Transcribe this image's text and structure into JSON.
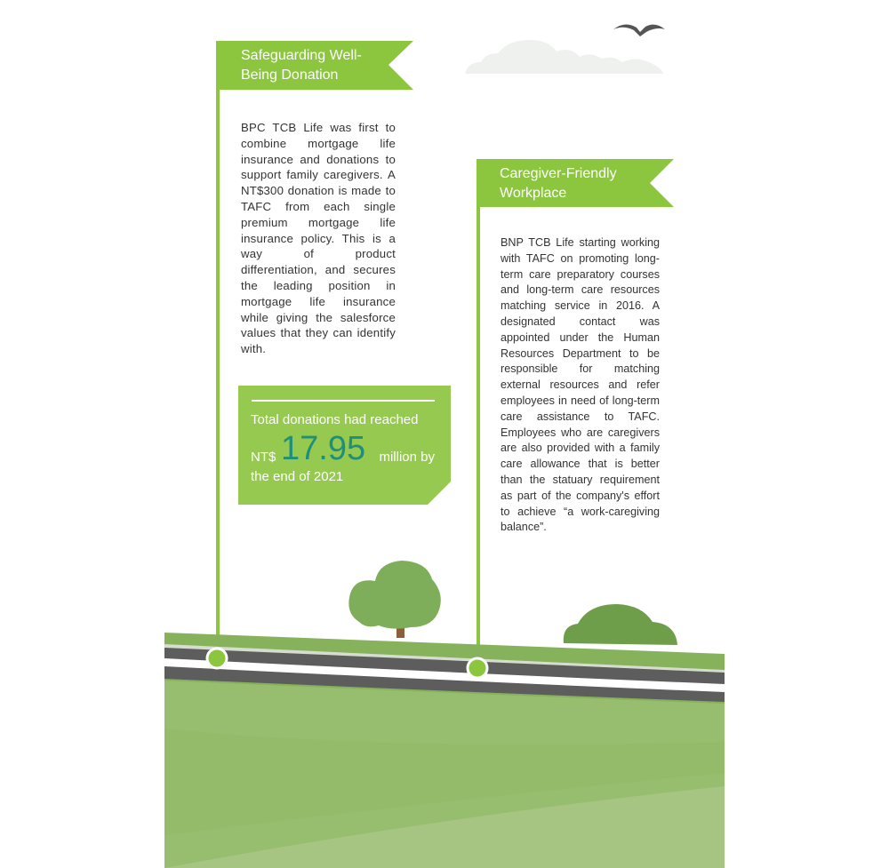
{
  "colors": {
    "flag_green": "#8cc63f",
    "stat_green": "#96c94f",
    "stat_number_teal": "#1f8f7a",
    "grass_light": "#97bd6e",
    "grass_dark": "#7dab54",
    "road_gray": "#5d5d5d",
    "tree_green": "#7fae5b",
    "cloud_gray": "#eef1ee"
  },
  "section_left": {
    "flag_title_line1": "Safeguarding Well-",
    "flag_title_line2": "Being Donation",
    "body": "BPC TCB Life was first to combine mortgage life insurance and donations to support family caregivers. A NT$300 donation is made to TAFC from each single premium mortgage life insurance policy. This is a way of product differentiation, and secures the leading position in mortgage life insurance while giving the salesforce values that they can identify with."
  },
  "stat_box": {
    "line1": "Total donations had reached",
    "prefix": "NT$",
    "number": "17.95",
    "suffix": "million by",
    "line3": "the end of 2021"
  },
  "section_right": {
    "flag_title_line1": "Caregiver-Friendly",
    "flag_title_line2": "Workplace",
    "body": "BNP TCB Life starting working with TAFC on promoting long-term care preparatory courses and long-term care resources matching service in 2016. A designated contact was appointed under the Human Resources Department to be responsible for matching external resources and refer employees in need of long-term care assistance to TAFC. Employees who are caregivers are also provided with a family care allowance that is better than the statuary requirement as part of the company's effort to achieve “a work-caregiving balance”."
  },
  "icons": {
    "bird": "bird-icon",
    "cloud": "cloud-icon",
    "tree": "tree-icon",
    "bush": "bush-icon",
    "milestone": "milestone-dot-icon"
  }
}
